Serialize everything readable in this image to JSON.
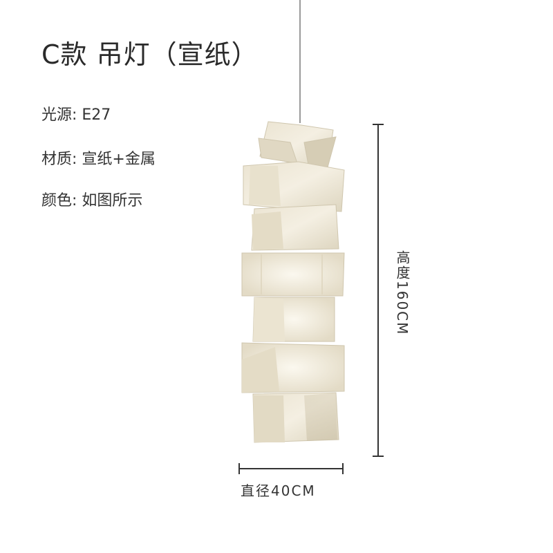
{
  "title": "C款 吊灯（宣纸）",
  "specs": [
    {
      "text": "光源: E27"
    },
    {
      "text": "材质: 宣纸+金属"
    },
    {
      "text": "颜色: 如图所示"
    }
  ],
  "dimensions": {
    "height": "高度160CM",
    "width": "直径40CM"
  }
}
